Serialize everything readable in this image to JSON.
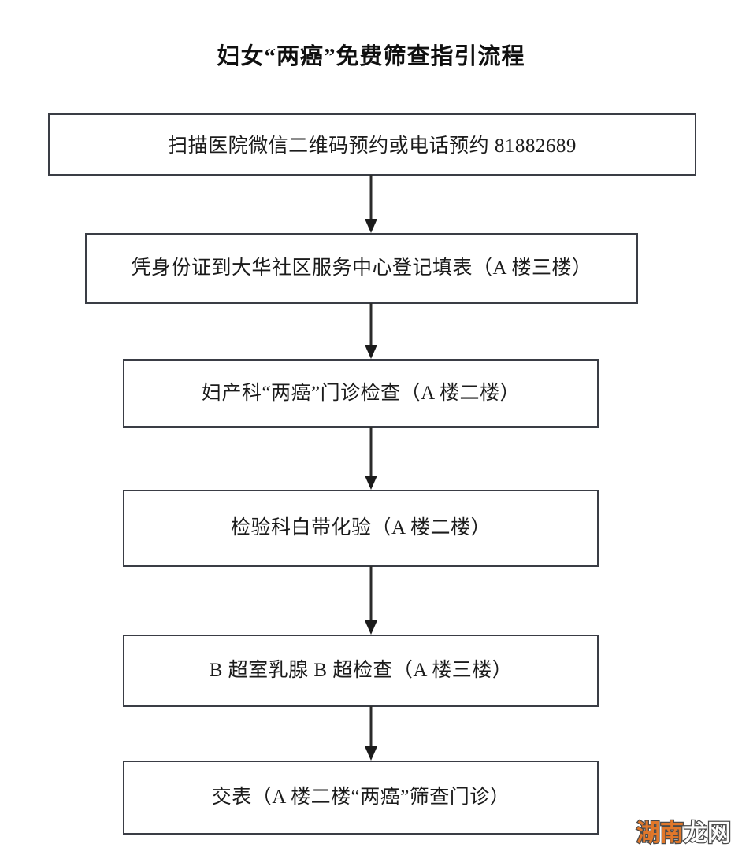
{
  "document": {
    "title": "妇女“两癌”免费筛查指引流程"
  },
  "flowchart": {
    "type": "flowchart",
    "orientation": "vertical",
    "node_count": 6,
    "connector_style": "solid-line-with-filled-arrowhead",
    "border_color": "#3a3d45",
    "background_color": "#ffffff",
    "text_color": "#1b1b1b",
    "nodes": [
      {
        "id": "step-1",
        "label": "扫描医院微信二维码预约或电话预约 81882689",
        "phone": "81882689"
      },
      {
        "id": "step-2",
        "label": "凭身份证到大华社区服务中心登记填表（A 楼三楼）",
        "location": "A 楼三楼"
      },
      {
        "id": "step-3",
        "label": "妇产科“两癌”门诊检查（A 楼二楼）",
        "location": "A 楼二楼"
      },
      {
        "id": "step-4",
        "label": "检验科白带化验（A 楼二楼）",
        "location": "A 楼二楼"
      },
      {
        "id": "step-5",
        "label": "B 超室乳腺 B 超检查（A 楼三楼）",
        "location": "A 楼三楼"
      },
      {
        "id": "step-6",
        "label": "交表（A 楼二楼“两癌”筛查门诊）",
        "location": "A 楼二楼"
      }
    ],
    "edges": [
      {
        "from": "step-1",
        "to": "step-2"
      },
      {
        "from": "step-2",
        "to": "step-3"
      },
      {
        "from": "step-3",
        "to": "step-4"
      },
      {
        "from": "step-4",
        "to": "step-5"
      },
      {
        "from": "step-5",
        "to": "step-6"
      }
    ]
  },
  "watermark": {
    "part_one": "湖南",
    "part_two": "龙网",
    "part_one_color": "#e0772a",
    "part_two_color": "#fdfdfd",
    "outline_color": "#4a4a4a"
  }
}
